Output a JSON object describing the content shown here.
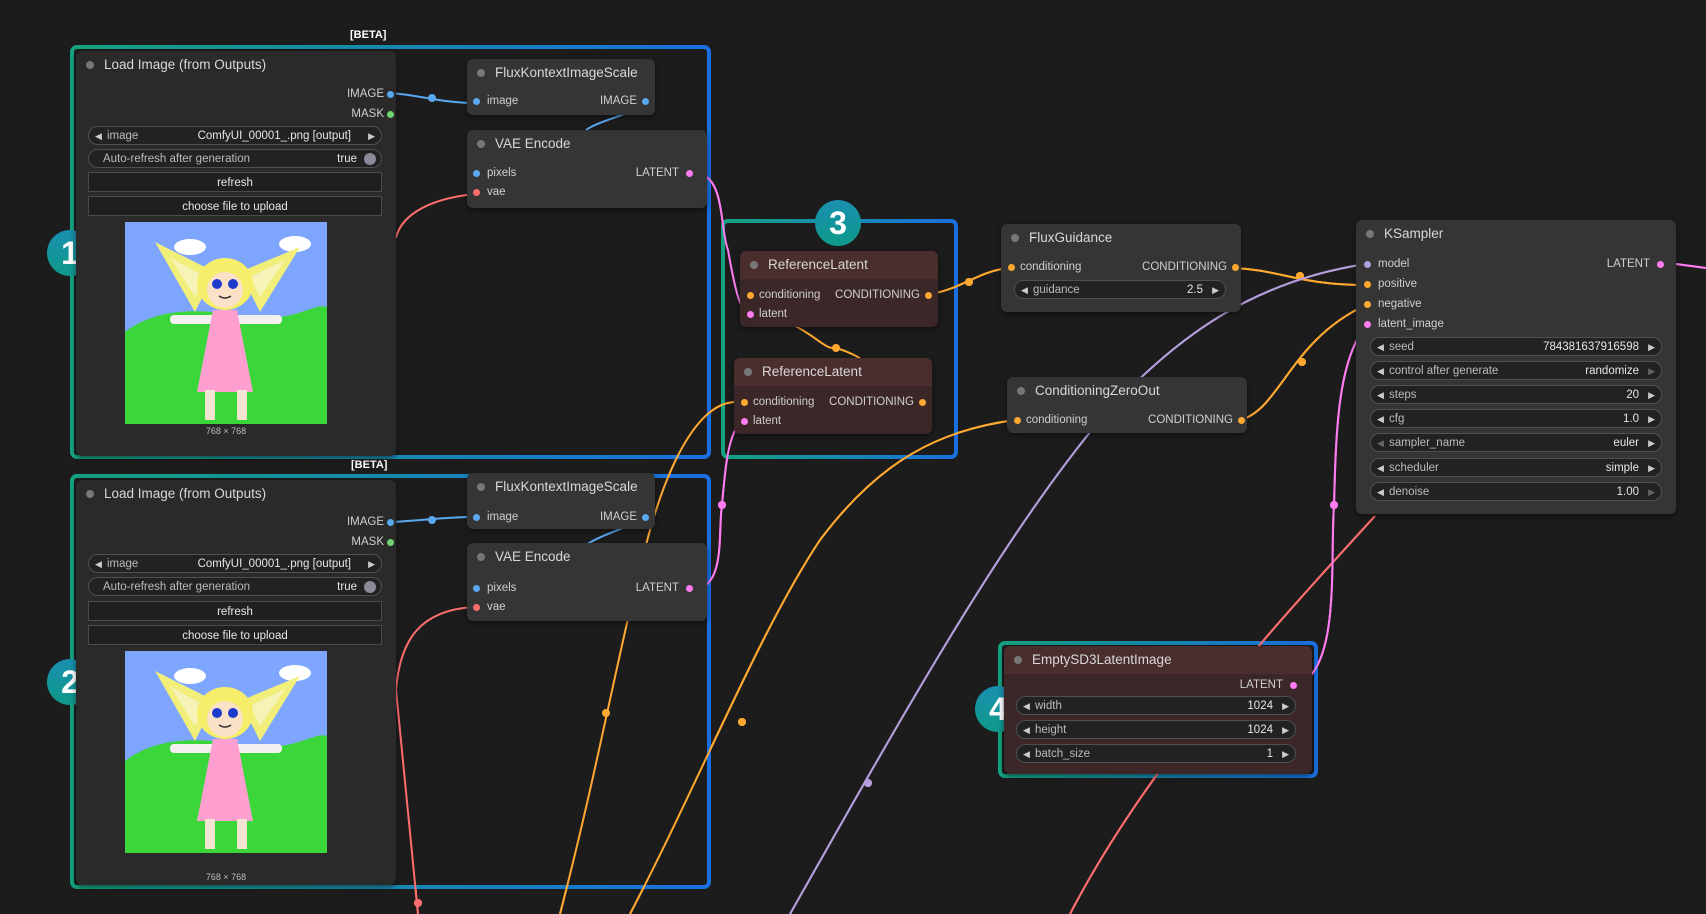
{
  "groups": [
    {
      "badge": "1",
      "beta": "[BETA]"
    },
    {
      "badge": "2",
      "beta": "[BETA]"
    },
    {
      "badge": "3"
    },
    {
      "badge": "4"
    }
  ],
  "load_image": {
    "title": "Load Image (from Outputs)",
    "out_image": "IMAGE",
    "out_mask": "MASK",
    "image_label": "image",
    "image_value": "ComfyUI_00001_.png [output]",
    "autorefresh_label": "Auto-refresh after generation",
    "autorefresh_value": "true",
    "refresh": "refresh",
    "upload": "choose file to upload",
    "dims": "768 × 768"
  },
  "flux_scale": {
    "title": "FluxKontextImageScale",
    "in_image": "image",
    "out_image": "IMAGE"
  },
  "vae_encode": {
    "title": "VAE Encode",
    "in_pixels": "pixels",
    "in_vae": "vae",
    "out_latent": "LATENT"
  },
  "ref_latent": {
    "title": "ReferenceLatent",
    "in_conditioning": "conditioning",
    "in_latent": "latent",
    "out_conditioning": "CONDITIONING"
  },
  "flux_guidance": {
    "title": "FluxGuidance",
    "in_conditioning": "conditioning",
    "out_conditioning": "CONDITIONING",
    "guidance_label": "guidance",
    "guidance_value": "2.5"
  },
  "cond_zero": {
    "title": "ConditioningZeroOut",
    "in_conditioning": "conditioning",
    "out_conditioning": "CONDITIONING"
  },
  "ksampler": {
    "title": "KSampler",
    "inputs": [
      "model",
      "positive",
      "negative",
      "latent_image"
    ],
    "output": "LATENT",
    "widgets": [
      {
        "label": "seed",
        "value": "784381637916598"
      },
      {
        "label": "control after generate",
        "value": "randomize"
      },
      {
        "label": "steps",
        "value": "20"
      },
      {
        "label": "cfg",
        "value": "1.0"
      },
      {
        "label": "sampler_name",
        "value": "euler"
      },
      {
        "label": "scheduler",
        "value": "simple"
      },
      {
        "label": "denoise",
        "value": "1.00"
      }
    ]
  },
  "empty_latent": {
    "title": "EmptySD3LatentImage",
    "output": "LATENT",
    "widgets": [
      {
        "label": "width",
        "value": "1024"
      },
      {
        "label": "height",
        "value": "1024"
      },
      {
        "label": "batch_size",
        "value": "1"
      }
    ]
  },
  "colors": {
    "image": "#5aa9f0",
    "mask": "#6fd36f",
    "latent": "#ff7cf0",
    "vae": "#ff6e6e",
    "conditioning": "#ffa931",
    "model": "#b39ddb",
    "group_green": "#14a37f",
    "group_blue": "#1a6fe0"
  }
}
